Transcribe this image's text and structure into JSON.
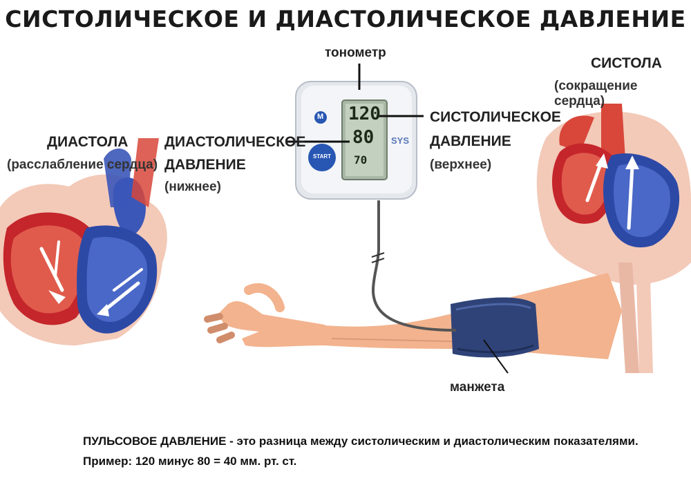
{
  "title": "СИСТОЛИЧЕСКОЕ И ДИАСТОЛИЧЕСКОЕ ДАВЛЕНИЕ",
  "tonometer": {
    "label": "тонометр",
    "reading_sys": "120",
    "reading_dia": "80",
    "reading_pulse": "70",
    "side_text": "SYS",
    "button_m": "M",
    "button_start": "START"
  },
  "diastole": {
    "title": "ДИАСТОЛА",
    "subtitle": "(расслабление сердца)"
  },
  "systole": {
    "title": "СИСТОЛА",
    "subtitle": "(сокращение сердца)"
  },
  "diastolic_label": {
    "line1": "ДИАСТОЛИЧЕСКОЕ",
    "line2": "ДАВЛЕНИЕ",
    "line3": "(нижнее)"
  },
  "systolic_label": {
    "line1": "СИСТОЛИЧЕСКОЕ",
    "line2": "ДАВЛЕНИЕ",
    "line3": "(верхнее)"
  },
  "cuff_label": "манжета",
  "footer": {
    "bold_part": "ПУЛЬСОВОЕ ДАВЛЕНИЕ",
    "rest_part": " - это разница между систолическим и диастолическим показателями.",
    "example": "Пример: 120 минус 80 = 40 мм. рт. ст."
  },
  "colors": {
    "artery": "#d8473a",
    "vein": "#3b57b8",
    "cuff": "#2f4378",
    "skin": "#f2b38e"
  }
}
